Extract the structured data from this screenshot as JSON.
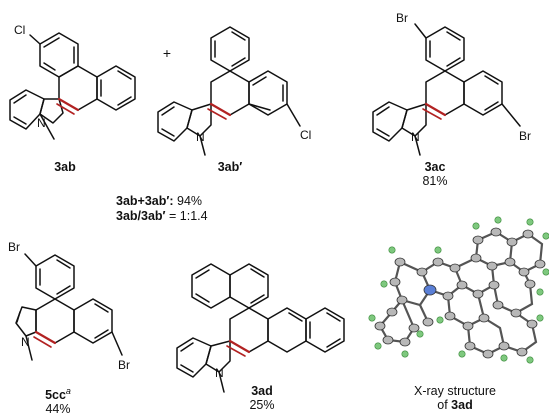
{
  "compounds": [
    {
      "id": "3ab",
      "label": "3ab",
      "substituent": "Cl"
    },
    {
      "id": "3ab_prime",
      "label": "3ab′",
      "substituent": "Cl"
    },
    {
      "id": "3ac",
      "label": "3ac",
      "yield": "81%",
      "substituents": [
        "Br",
        "Br"
      ]
    },
    {
      "id": "5cc",
      "label": "5cc",
      "superscript": "a",
      "yield": "44%",
      "substituents": [
        "Br",
        "Br"
      ]
    },
    {
      "id": "3ad",
      "label": "3ad",
      "yield": "25%"
    }
  ],
  "plus_sign": "+",
  "nitrogen_symbol": "N",
  "summary": {
    "line1_bold": "3ab+3ab′:",
    "line1_value": " 94%",
    "line2_bold": "3ab/3ab′",
    "line2_value": " = 1:1.4"
  },
  "xray": {
    "caption_line1": "X-ray structure",
    "caption_line2_prefix": "of ",
    "caption_line2_bold": "3ad"
  },
  "colors": {
    "bond": "#111111",
    "highlight_bond": "#b22222",
    "ellipsoid": "#b8b8b8",
    "hydrogen": "#7ec87e",
    "nitrogen_atom": "#5a7fd6"
  }
}
